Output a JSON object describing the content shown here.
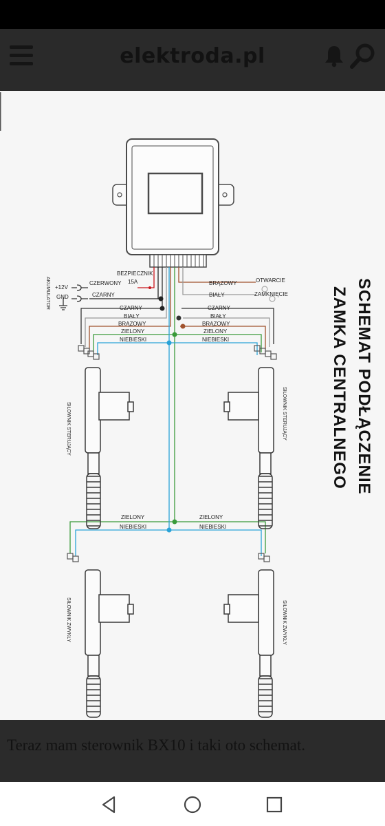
{
  "header": {
    "site_title": "elektroda.pl",
    "icons": [
      "menu-icon",
      "bell-icon",
      "search-icon"
    ]
  },
  "diagram": {
    "title_line1": "SCHEMAT PODŁĄCZENIE",
    "title_line2": "ZAMKA CENTRALNEGO",
    "labels": {
      "fuse": "BEZPIECZNIK",
      "fuse_rating": "15A",
      "plus12v": "+12V",
      "gnd": "GND",
      "battery": "AKUMULATOR",
      "red": "CZERWONY",
      "black": "CZARNY",
      "white": "BIAŁY",
      "brown": "BRĄZOWY",
      "green": "ZIELONY",
      "blue": "NIEBIESKI",
      "open": "OTWARCIE",
      "close": "ZAMKNIĘCIE",
      "actuator_master": "SIŁOWNIK STERUJĄCY",
      "actuator_regular": "SIŁOWNIK ZWYKŁY"
    }
  },
  "caption": {
    "text": "Teraz mam sterownik BX10 i taki oto schemat."
  },
  "navbar": {
    "icons": [
      "back-icon",
      "home-icon",
      "recents-icon"
    ]
  }
}
